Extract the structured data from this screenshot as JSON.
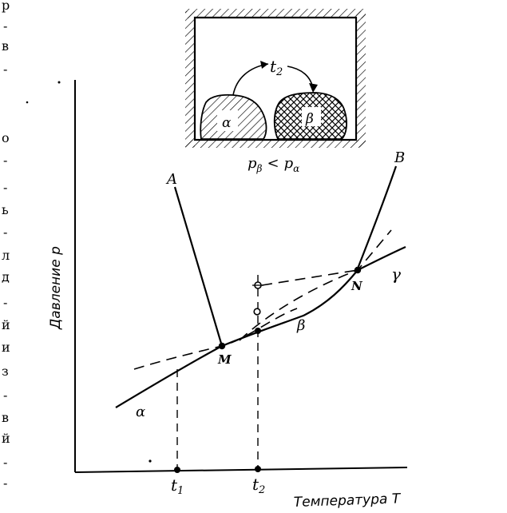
{
  "inset": {
    "transition_label": "t",
    "transition_sub": "2",
    "alpha_label": "α",
    "beta_label": "β",
    "caption_p1": "p",
    "caption_p1_sub": "β",
    "caption_lt": "<",
    "caption_p2": "p",
    "caption_p2_sub": "α"
  },
  "diagram": {
    "y_axis_label": "Давление p",
    "x_axis_label": "Температура T",
    "curve_A_label": "A",
    "curve_B_label": "B",
    "curve_gamma_label": "γ",
    "curve_beta_label": "β",
    "curve_alpha_label": "α",
    "point_M_label": "M",
    "point_N_label": "N",
    "t1_main": "t",
    "t1_sub": "1",
    "t2_main": "t",
    "t2_sub": "2"
  },
  "margin_text": [
    "р",
    "-",
    "в",
    "-",
    "о",
    "-",
    "-",
    "ь",
    "-",
    "л",
    "д",
    "-",
    "й",
    "и",
    "з",
    "-",
    "в",
    "й",
    "-",
    "-"
  ],
  "colors": {
    "ink": "#000000",
    "paper": "#ffffff"
  }
}
